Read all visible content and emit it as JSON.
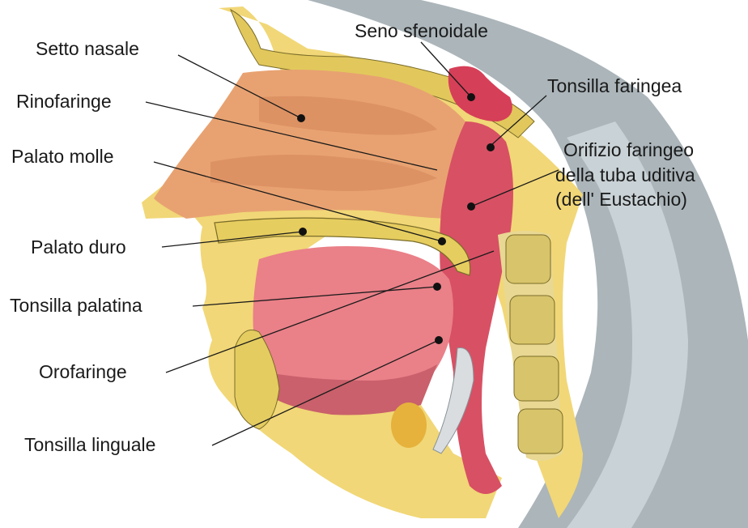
{
  "labels": {
    "setto_nasale": "Setto nasale",
    "seno_sfenoidale": "Seno sfenoidale",
    "rinofaringe": "Rinofaringe",
    "tonsilla_faringea": "Tonsilla faringea",
    "palato_molle": "Palato molle",
    "orifizio_line1": "Orifizio faringeo",
    "orifizio_line2": "della tuba uditiva",
    "orifizio_line3": "(dell' Eustachio)",
    "palato_duro": "Palato duro",
    "tonsilla_palatina": "Tonsilla palatina",
    "orofaringe": "Orofaringe",
    "tonsilla_linguale": "Tonsilla linguale"
  },
  "colors": {
    "skin": "#f4dc7c",
    "bone": "#e8d266",
    "nasal_cavity": "#e9a072",
    "pharynx": "#d84f63",
    "oral_cavity": "#e97a86",
    "sinus": "#d8405a",
    "spine": "#eadb95",
    "background_shade": "#9aa6ac"
  }
}
